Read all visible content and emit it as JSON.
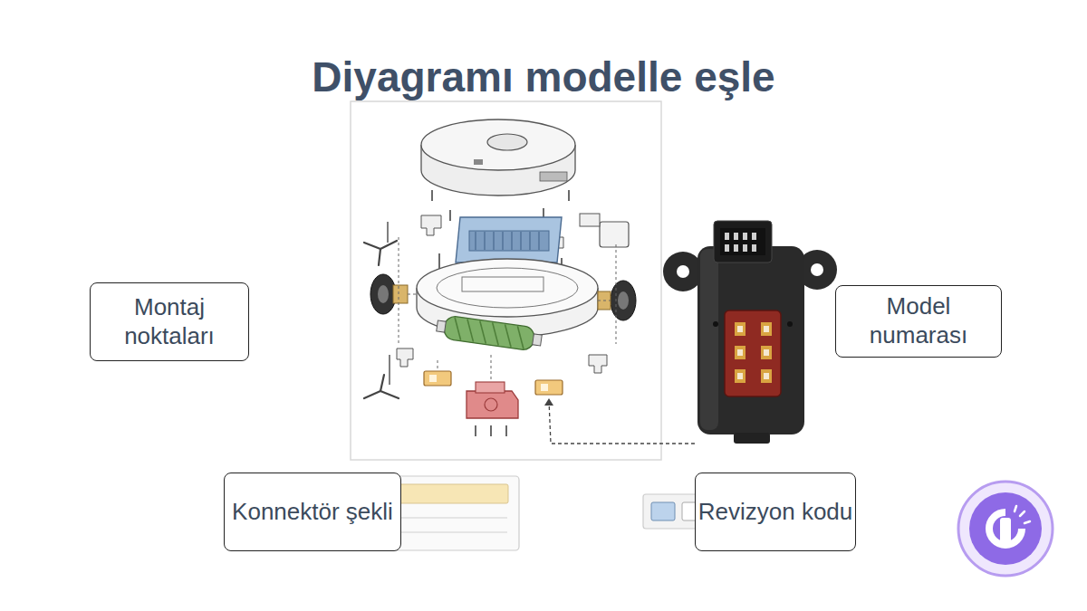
{
  "diagram": {
    "title": "Diyagramı modelle eşle",
    "nodes": [
      {
        "text": [
          "Montaj noktaları"
        ]
      },
      {
        "text": [
          "Model numarası"
        ]
      },
      {
        "text": [
          "Konnektör şekli"
        ]
      },
      {
        "text": [
          "Revizyon kodu"
        ]
      }
    ]
  }
}
